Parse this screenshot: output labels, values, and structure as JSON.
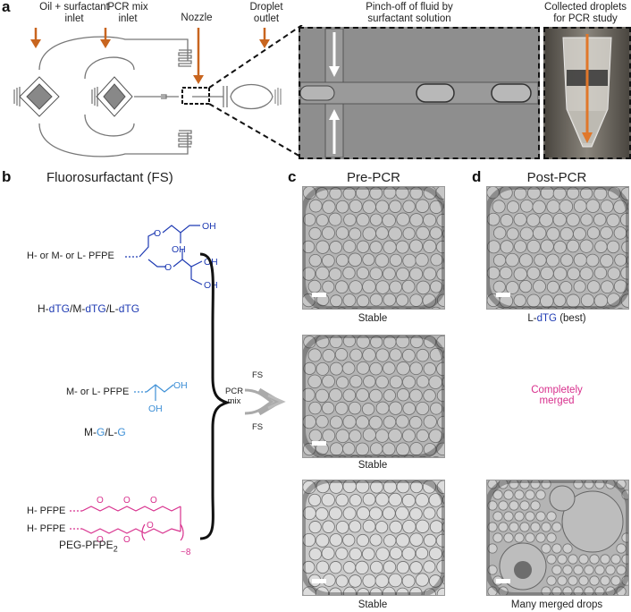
{
  "panel_a": {
    "letter": "a",
    "oil_inlet": "Oil + surfactant\ninlet",
    "pcr_inlet": "PCR  mix\ninlet",
    "nozzle": "Nozzle",
    "droplet_outlet": "Droplet\noutlet",
    "pinch_off": "Pinch-off of fluid by\nsurfactant solution",
    "collected": "Collected droplets\nfor PCR study"
  },
  "panel_b": {
    "letter": "b",
    "title": "Fluorosurfactant (FS)",
    "dtg_prefix": "H- or M- or L- PFPE",
    "dtg_name_parts": [
      "H-",
      "dTG",
      "/M-",
      "dTG",
      "/L-",
      "dTG"
    ],
    "g_prefix": "M- or L- PFPE",
    "g_name_parts": [
      "M-",
      "G",
      "/L-",
      "G"
    ],
    "peg_prefix_1": "H- PFPE",
    "peg_prefix_2": "H- PFPE",
    "peg_name": "PEG-PFPE",
    "peg_sub": "2",
    "peg_repeat": "~8",
    "oh": "OH",
    "o": "O",
    "pcr_mix": "PCR\nmix",
    "fs": "FS"
  },
  "panel_c": {
    "letter": "c",
    "title": "Pre-PCR",
    "captions": [
      "Stable",
      "Stable",
      "Stable"
    ]
  },
  "panel_d": {
    "letter": "d",
    "title": "Post-PCR",
    "caption_1_parts": [
      "L-",
      "dTG",
      " (best)"
    ],
    "merged_note": "Completely\nmerged",
    "caption_3": "Many merged drops"
  },
  "colors": {
    "arrow_orange": "#c8651f",
    "dtg_blue": "#1f3bb3",
    "g_blue": "#3d8fd6",
    "peg_pink": "#d8308d"
  }
}
